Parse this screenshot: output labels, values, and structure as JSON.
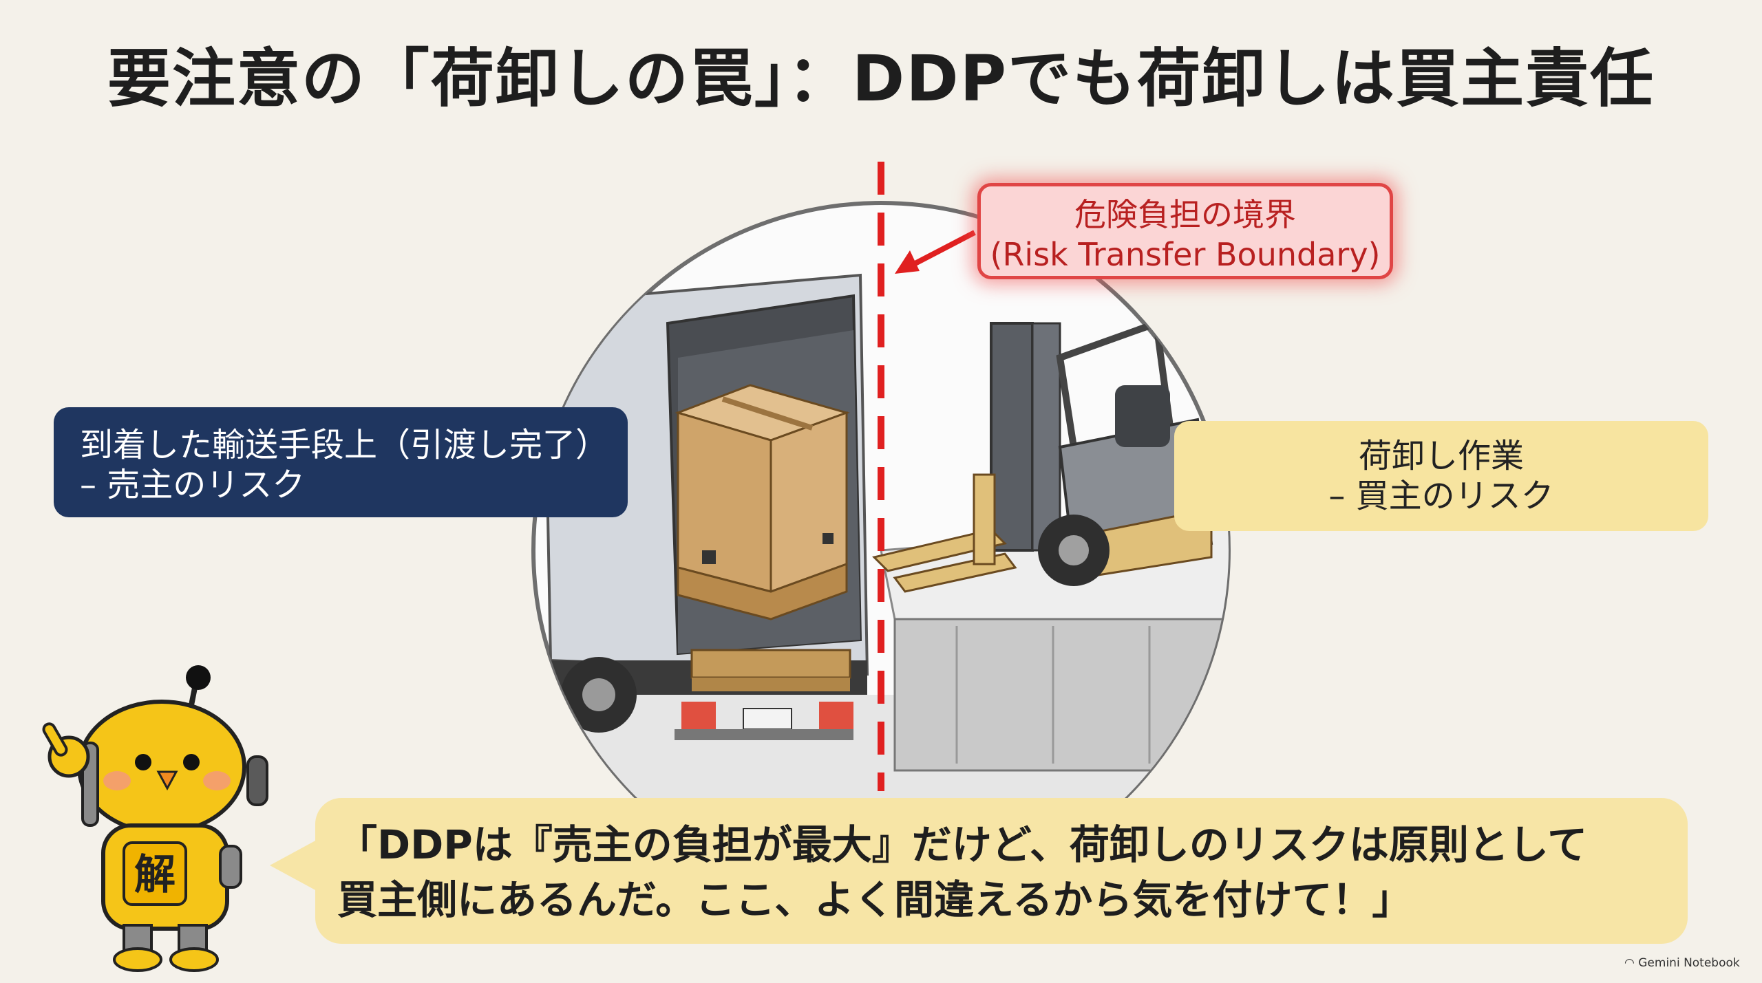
{
  "title": "要注意の「荷卸しの罠」：DDPでも荷卸しは買主責任",
  "boundary_label": {
    "line1": "危険負担の境界",
    "line2": "(Risk Transfer Boundary)"
  },
  "left_box": {
    "line1": "到着した輸送手段上（引渡し完了）",
    "line2": "– 売主のリスク"
  },
  "right_box": {
    "line1": "荷卸し作業",
    "line2": "– 買主のリスク"
  },
  "speech": {
    "line1": "「DDPは『売主の負担が最大』だけど、荷卸しのリスクは原則として",
    "line2": "買主側にあるんだ。ここ、よく間違えるから気を付けて！」"
  },
  "mascot_badge": "解",
  "credit": "Gemini Notebook",
  "colors": {
    "boundary_red": "#e02020",
    "navy": "#1f3660",
    "yellow": "#f7e4a0",
    "mascot": "#f5c518"
  },
  "icons": [
    "truck-illustration",
    "forklift-illustration",
    "cardboard-box-illustration",
    "mascot-robot-chick",
    "arrow-icon"
  ]
}
